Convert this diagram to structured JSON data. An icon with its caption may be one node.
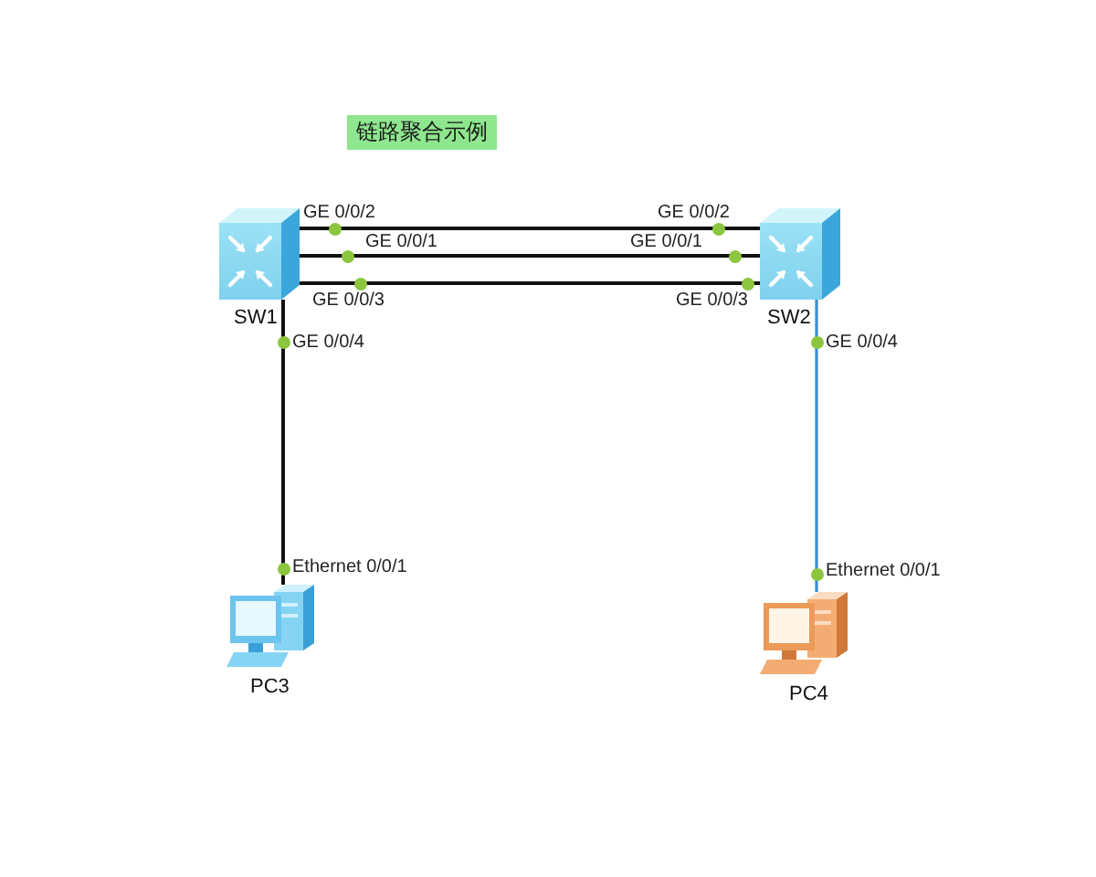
{
  "diagram": {
    "title": "链路聚合示例",
    "nodes": [
      {
        "text": [],
        "shape": "switch",
        "beside": [
          "SW1"
        ]
      },
      {
        "text": [],
        "shape": "switch",
        "beside": [
          "SW2"
        ]
      },
      {
        "text": [],
        "shape": "computer",
        "beside": [
          "PC3"
        ]
      },
      {
        "text": [],
        "shape": "computer",
        "beside": [
          "PC4"
        ]
      }
    ],
    "edges": [
      {
        "from": 0,
        "to": 1,
        "arrow": "none"
      },
      {
        "from": 0,
        "to": 1,
        "arrow": "none"
      },
      {
        "from": 0,
        "to": 1,
        "arrow": "none"
      },
      {
        "from": 0,
        "to": 2,
        "arrow": "none"
      },
      {
        "from": 1,
        "to": 3,
        "arrow": "none",
        "color": "#3b8fd4"
      }
    ],
    "labels": [
      "GE 0/0/2",
      "GE 0/0/2",
      "GE 0/0/1",
      "GE 0/0/1",
      "GE 0/0/3",
      "GE 0/0/3",
      "GE 0/0/4",
      "GE 0/0/4",
      "Ethernet 0/0/1",
      "Ethernet 0/0/1"
    ]
  }
}
